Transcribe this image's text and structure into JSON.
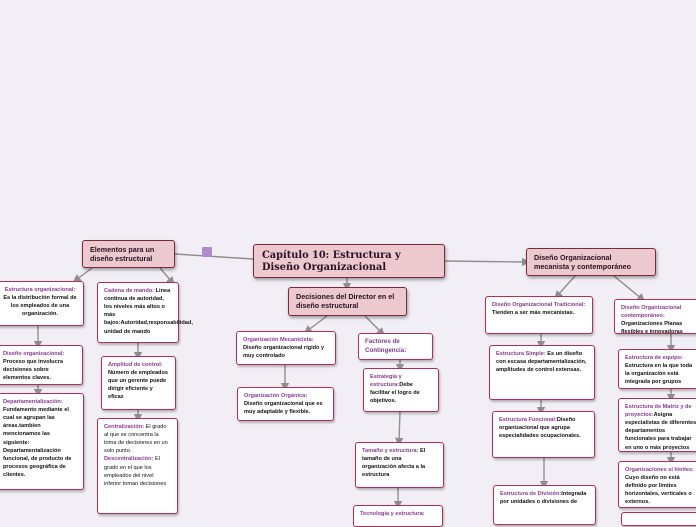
{
  "root": {
    "title": "Capítulo 10:  Estructura y Diseño Organizacional"
  },
  "elementos": {
    "title": "Elementos para un diseño estructural",
    "items": [
      {
        "key": "Estructura organizacional:",
        "text": " Es la distribución formal de los empleados de una organización."
      },
      {
        "key": "Diseño organizacional:",
        "text": " Proceso que involucra decisiones sobre elementos claves."
      },
      {
        "key": "Departamentalización:",
        "text": " Fundamento mediante el cual se agrupan las áreas.tambien mencionamos las siguiente: Departamentalización funcional,  de producto de procesos geográfica de clientes."
      },
      {
        "key": "Cadena de mando:",
        "text": " Linea continua de autoridad, los niveles más altos o más bajos:Autoridad,responsabilidad, unidad de mando"
      },
      {
        "key": "Amplitud de control:",
        "text": " Número de empleados que un gerente puede dirigir eficiente y eficaz"
      },
      {
        "key": "Centralización:",
        "text": " El grado al que se concentra la toma de decisiones en un solo punto."
      },
      {
        "key": "Descentralización:",
        "text": " El grado en el que los empleados del nivel inferior toman decisiones"
      }
    ]
  },
  "decisiones": {
    "title": "Decisiones del Director en el diseño estructural",
    "items": [
      {
        "key": "Organización Mecanicista:",
        "text": " Diseño organizacional rígido y muy controlado"
      },
      {
        "key": "Organización Orgánica:",
        "text": " Diseño organizacional que es muy adaptable y flexible."
      }
    ],
    "factores": {
      "title": "Factores de Contingencia:",
      "items": [
        {
          "key": "Estrategia y estructura:",
          "text": "Debe facilitar el logro de objetivos."
        },
        {
          "key": "Tamaño y estructura:",
          "text": " El tamaño de una organización afecta a la estructura"
        },
        {
          "key": "Tecnología  y estructura:",
          "text": ""
        }
      ]
    }
  },
  "mecanista": {
    "title": "Diseño Organizacional mecanista y contemporáneo",
    "tradicional": {
      "key": "Diseño Organizacional Tradicional:",
      "text": " Tienden a ser más mecanistas.",
      "items": [
        {
          "key": "Estructura Simple:",
          "text": " Es un diseño con escasa departamentalización, amplitudes de control extensas."
        },
        {
          "key": "Estructura Funcional:",
          "text": "Diseño organizacional que agrupa especialidades ocupacionales."
        },
        {
          "key": "Estructura de División:",
          "text": "Integrada por unidades o divisiones de"
        }
      ]
    },
    "contemporaneo": {
      "key": "Diseño Organizacional contemporáneo:",
      "text": " Organizaciones Planas flexibles e innovadoras",
      "items": [
        {
          "key": "Estructura de equipo:",
          "text": " Estructura en la que toda la organización está integrada por grupos"
        },
        {
          "key": "Estructura de Matriz y de proyectos:",
          "text": "Asigna especialistas de diferentes departamentos funcionales para trabajar en uno o más proyectos"
        },
        {
          "key": "Organizaciones sí límites:",
          "text": " Cuyo diseño no está definido por límites horizontales, verticales o externos."
        }
      ]
    }
  },
  "colors": {
    "node_border": "#b0305a",
    "header_fill": "#ecc9cf",
    "key_text": "#8a3a95",
    "link": "#8e8e8e",
    "chip": "#b08ac9"
  }
}
